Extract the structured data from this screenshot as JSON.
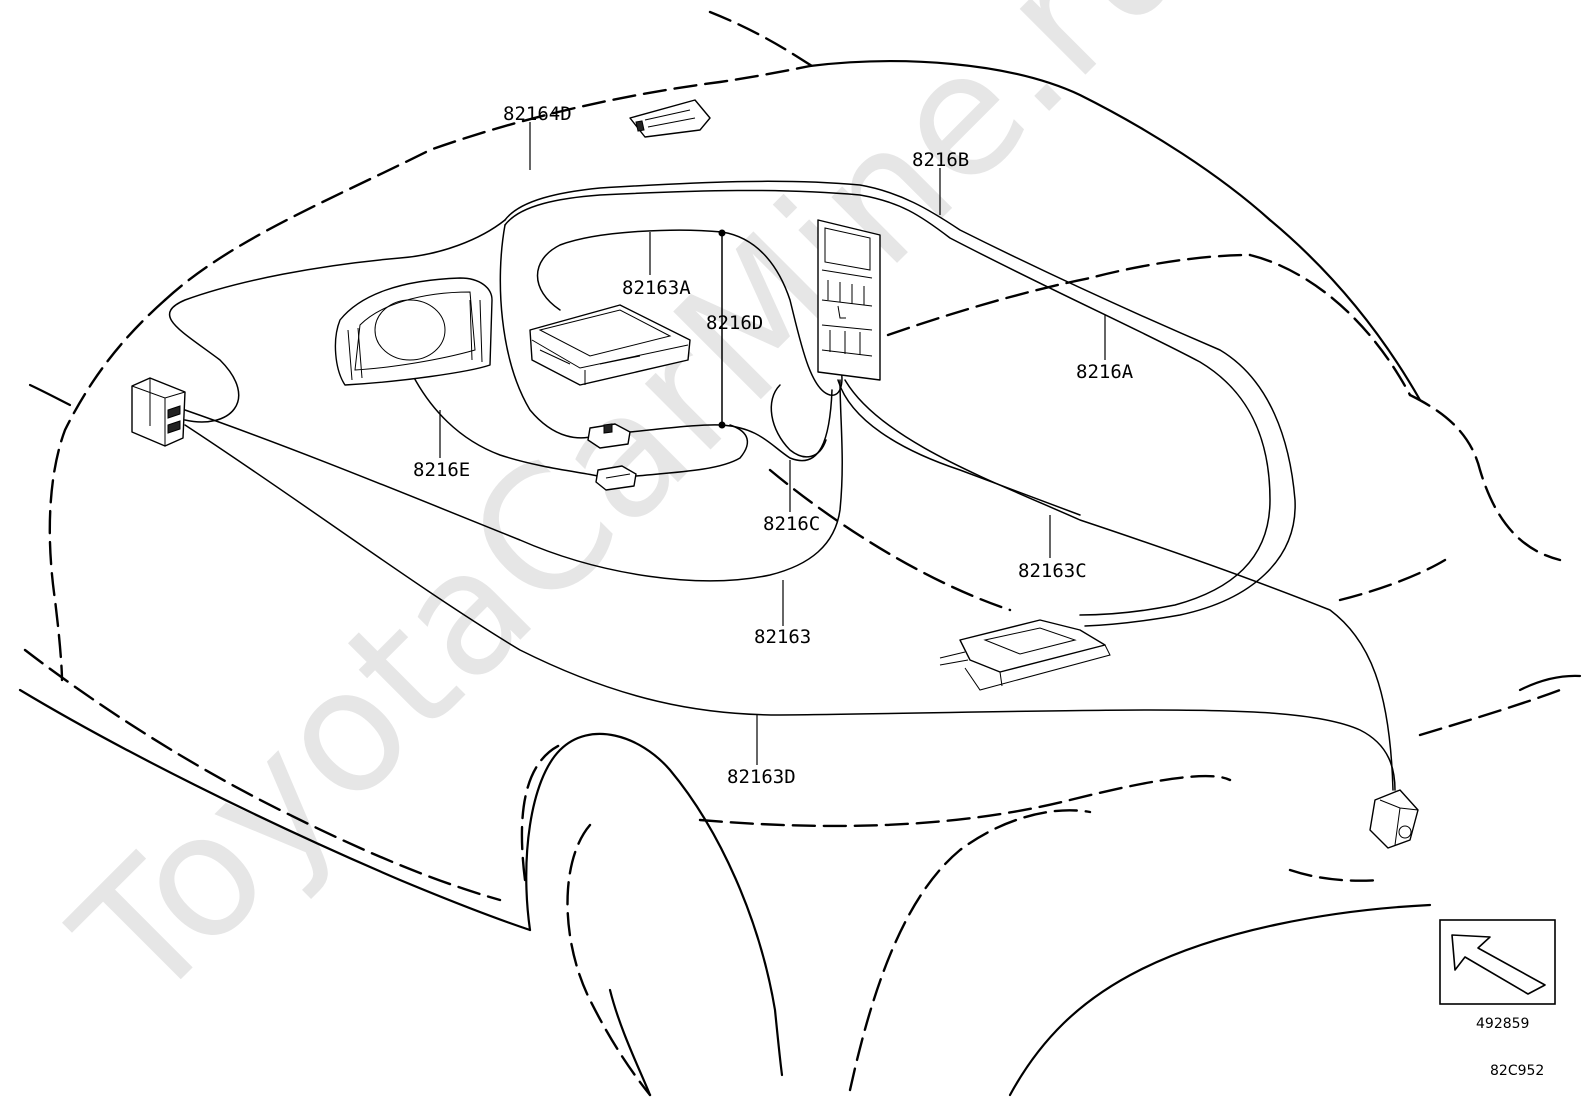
{
  "watermark": "ToyotaCarMine.ru",
  "parts": {
    "p82164D": "82164D",
    "p8216B": "8216B",
    "p82163A": "82163A",
    "p8216D": "8216D",
    "p8216A": "8216A",
    "p8216E": "8216E",
    "p8216C": "8216C",
    "p82163C": "82163C",
    "p82163": "82163",
    "p82163D": "82163D"
  },
  "codes": {
    "arrow_code": "492859",
    "figure_code": "82C952"
  },
  "icons": {
    "view_arrow": "front-direction-arrow-icon"
  }
}
